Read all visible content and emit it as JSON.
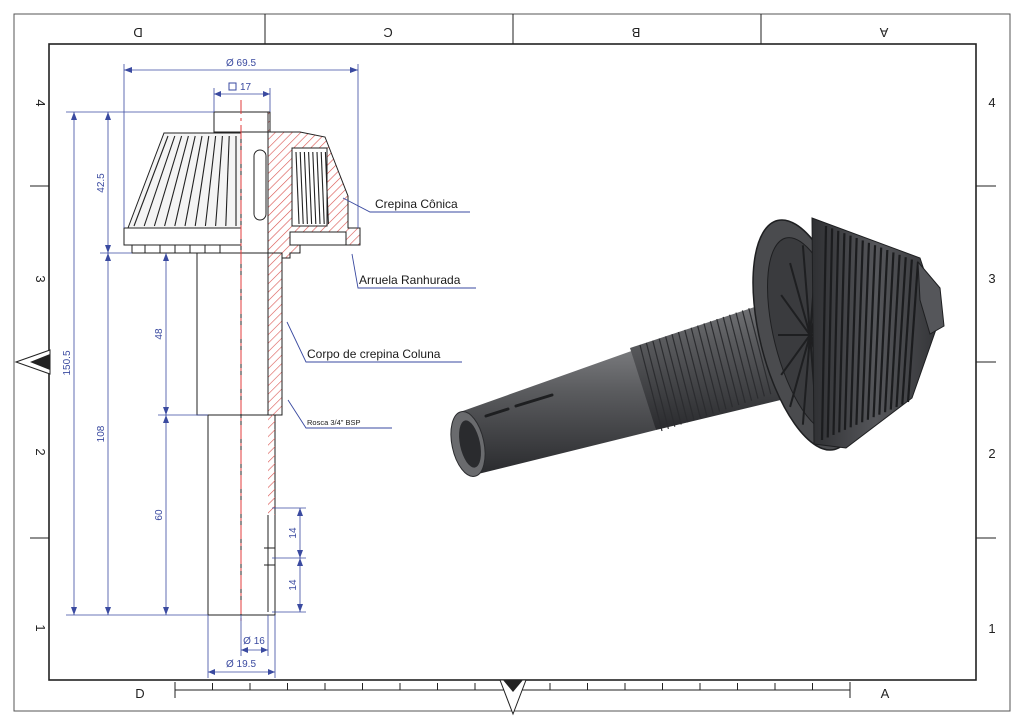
{
  "border": {
    "top_zones": [
      "D",
      "C",
      "B",
      "A"
    ],
    "side_zones": [
      "4",
      "3",
      "2",
      "1"
    ],
    "bottom_left": "D",
    "bottom_right": "A"
  },
  "dimensions": {
    "outer_diameter": "Ø 69.5",
    "square_top": "17",
    "total_height": "150.5",
    "cap_height": "42.5",
    "lower_height": "108",
    "upper_stem": "48",
    "lower_stem": "60",
    "slot_spacing_1": "14",
    "slot_spacing_2": "14",
    "inner_diameter": "Ø 16",
    "stem_diameter": "Ø 19.5"
  },
  "callouts": {
    "conical": "Crepina Cônica",
    "washer": "Arruela Ranhurada",
    "body": "Corpo de crepina Coluna",
    "thread": "Rosca 3/4\" BSP"
  },
  "colors": {
    "dimension_blue": "#3a4aa0",
    "section_hatch": "#d9534f",
    "centerline": "#e23b3b",
    "model_dark": "#3c3d40"
  }
}
